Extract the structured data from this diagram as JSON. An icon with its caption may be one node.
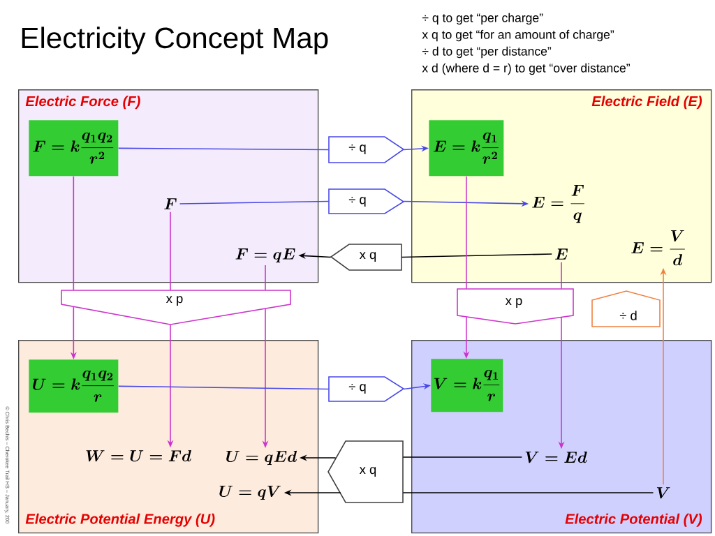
{
  "diagram": {
    "title": "Electricity Concept Map",
    "nodes": [
      {
        "text": [
          "Electric Force (F)"
        ]
      },
      {
        "text": [
          "F = k\\frac{q_1q_2}{r^2}"
        ],
        "in": 0
      },
      {
        "text": [
          "F"
        ],
        "in": 0
      },
      {
        "text": [
          "F = qE"
        ],
        "in": 0
      },
      {
        "text": [
          "Electric Field (E)"
        ]
      },
      {
        "text": [
          "E = k\\frac{q_1}{r^2}"
        ],
        "in": 4
      },
      {
        "text": [
          "E = \\frac{F}{q}"
        ],
        "in": 4
      },
      {
        "text": [
          "E"
        ],
        "in": 4
      },
      {
        "text": [
          "E = \\frac{V}{d}"
        ],
        "in": 4
      },
      {
        "text": [
          "Electric Potential Energy (U)"
        ]
      },
      {
        "text": [
          "U = k\\frac{q_1q_2}{r}"
        ],
        "in": 9
      },
      {
        "text": [
          "W = U = Fd"
        ],
        "in": 9
      },
      {
        "text": [
          "U = qEd"
        ],
        "in": 9
      },
      {
        "text": [
          "U = qV"
        ],
        "in": 9
      },
      {
        "text": [
          "Electric Potential (V)"
        ]
      },
      {
        "text": [
          "V = k\\frac{q_1}{r}"
        ],
        "in": 14
      },
      {
        "text": [
          "V = Ed"
        ],
        "in": 14
      },
      {
        "text": [
          "V"
        ],
        "in": 14
      },
      {
        "text": [
          "÷ q"
        ]
      },
      {
        "text": [
          "÷ q"
        ]
      },
      {
        "text": [
          "x q"
        ]
      },
      {
        "text": [
          "x p"
        ]
      },
      {
        "text": [
          "x p"
        ]
      },
      {
        "text": [
          "÷ d"
        ]
      },
      {
        "text": [
          "÷ q"
        ]
      },
      {
        "text": [
          "x q"
        ]
      }
    ],
    "edges": [
      {
        "from": 1,
        "to": 18,
        "arrow": "none",
        "color": "#4848e8"
      },
      {
        "from": 18,
        "to": 5,
        "arrow": "to",
        "color": "#4848e8"
      },
      {
        "from": 2,
        "to": 19,
        "arrow": "none",
        "color": "#4848e8"
      },
      {
        "from": 19,
        "to": 6,
        "arrow": "to",
        "color": "#4848e8"
      },
      {
        "from": 7,
        "to": 20,
        "arrow": "none",
        "color": "#000000"
      },
      {
        "from": 20,
        "to": 3,
        "arrow": "to",
        "color": "#000000"
      },
      {
        "from": 1,
        "to": 21,
        "arrow": "none"
      },
      {
        "from": 21,
        "to": 10,
        "arrow": "to"
      },
      {
        "from": 2,
        "to": 21,
        "arrow": "none"
      },
      {
        "from": 21,
        "to": 11,
        "arrow": "to"
      },
      {
        "from": 3,
        "to": 21,
        "arrow": "none"
      },
      {
        "from": 21,
        "to": 12,
        "arrow": "to"
      },
      {
        "from": 5,
        "to": 22,
        "arrow": "none"
      },
      {
        "from": 22,
        "to": 15,
        "arrow": "to"
      },
      {
        "from": 7,
        "to": 22,
        "arrow": "none"
      },
      {
        "from": 22,
        "to": 16,
        "arrow": "to"
      },
      {
        "from": 17,
        "to": 8,
        "arrow": "to",
        "color": "#f08040"
      },
      {
        "from": 10,
        "to": 24,
        "arrow": "none",
        "color": "#4848e8"
      },
      {
        "from": 24,
        "to": 15,
        "arrow": "to",
        "color": "#4848e8"
      },
      {
        "from": 16,
        "to": 25,
        "arrow": "none",
        "color": "#000000"
      },
      {
        "from": 25,
        "to": 12,
        "arrow": "to",
        "color": "#000000"
      },
      {
        "from": 17,
        "to": 25,
        "arrow": "none",
        "color": "#000000"
      },
      {
        "from": 25,
        "to": 13,
        "arrow": "to",
        "color": "#000000"
      }
    ],
    "labels": [
      "÷ q to get “per charge”",
      "x q to get “for an amount of charge”",
      "÷ d to get “per distance”",
      "x d (where d = r) to get “over distance”",
      "© Chris Bechis – Cherokee Trail HS – January, 200"
    ]
  }
}
